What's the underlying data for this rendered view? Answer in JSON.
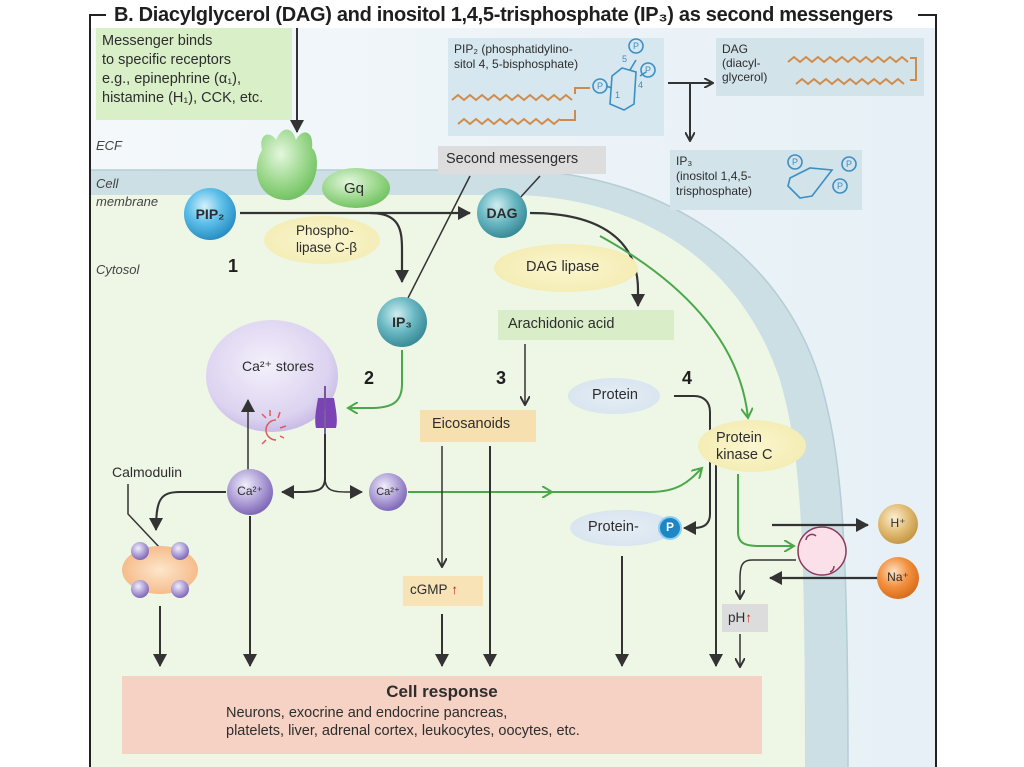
{
  "title": "B. Diacylglycerol (DAG) and inositol 1,4,5-trisphosphate (IP₃) as second messengers",
  "messenger_box": {
    "lines": [
      "Messenger binds",
      "to specific receptors",
      "e.g., epinephrine (α₁),",
      "histamine (H₁), CCK, etc."
    ]
  },
  "regions": {
    "ecf": "ECF",
    "membrane_line1": "Cell",
    "membrane_line2": "membrane",
    "cytosol": "Cytosol"
  },
  "molecules": {
    "pip2": "PIP₂",
    "gq": "Gq",
    "plc_line1": "Phospho-",
    "plc_line2": "lipase C-β",
    "dag": "DAG",
    "ip3": "IP₃",
    "second_messengers": "Second messengers",
    "dag_lipase": "DAG lipase",
    "arachidonic_acid": "Arachidonic acid",
    "ca_stores": "Ca²⁺ stores",
    "calmodulin": "Calmodulin",
    "ca_left": "Ca²⁺",
    "ca_right": "Ca²⁺",
    "eicosanoids": "Eicosanoids",
    "cgmp": "cGMP",
    "protein": "Protein",
    "protein_p": "Protein-",
    "p_symbol": "P",
    "pkc_line1": "Protein",
    "pkc_line2": "kinase C",
    "h_ion": "H⁺",
    "na_ion": "Na⁺",
    "ph": "pH"
  },
  "steps": [
    "1",
    "2",
    "3",
    "4"
  ],
  "structures": {
    "pip2_line1": "PIP₂ (phosphatidylino-",
    "pip2_line2": "sitol 4, 5-bisphosphate)",
    "dag_line1": "DAG",
    "dag_line2": "(diacyl-",
    "dag_line3": "glycerol)",
    "ip3_line1": "IP₃",
    "ip3_line2": "(inositol 1,4,5-",
    "ip3_line3": "trisphosphate)",
    "ring_labels": [
      "1",
      "4",
      "5"
    ]
  },
  "cell_response": {
    "heading": "Cell response",
    "line1": "Neurons, exocrine and endocrine pancreas,",
    "line2": "platelets, liver, adrenal cortex, leukocytes, oocytes, etc."
  },
  "colors": {
    "ecf_bg": "#eef4f8",
    "membrane": "#c9dde3",
    "cytosol": "#eef6e6",
    "arrow_dark": "#333333",
    "arrow_green": "#4aa84a",
    "receptor_green": "#8fd080",
    "pip2_blue": "#4fb3e3",
    "dag_teal": "#5aaeb9",
    "ca_purple": "#a493d0",
    "eicosanoid_bg": "#f7e0b0",
    "cell_response_bg": "#f5d2c4",
    "structure_box": "#d6e7ef",
    "h_ion": "#d8b068",
    "na_ion": "#f08a30",
    "up_arrow_red": "#c0281e"
  }
}
